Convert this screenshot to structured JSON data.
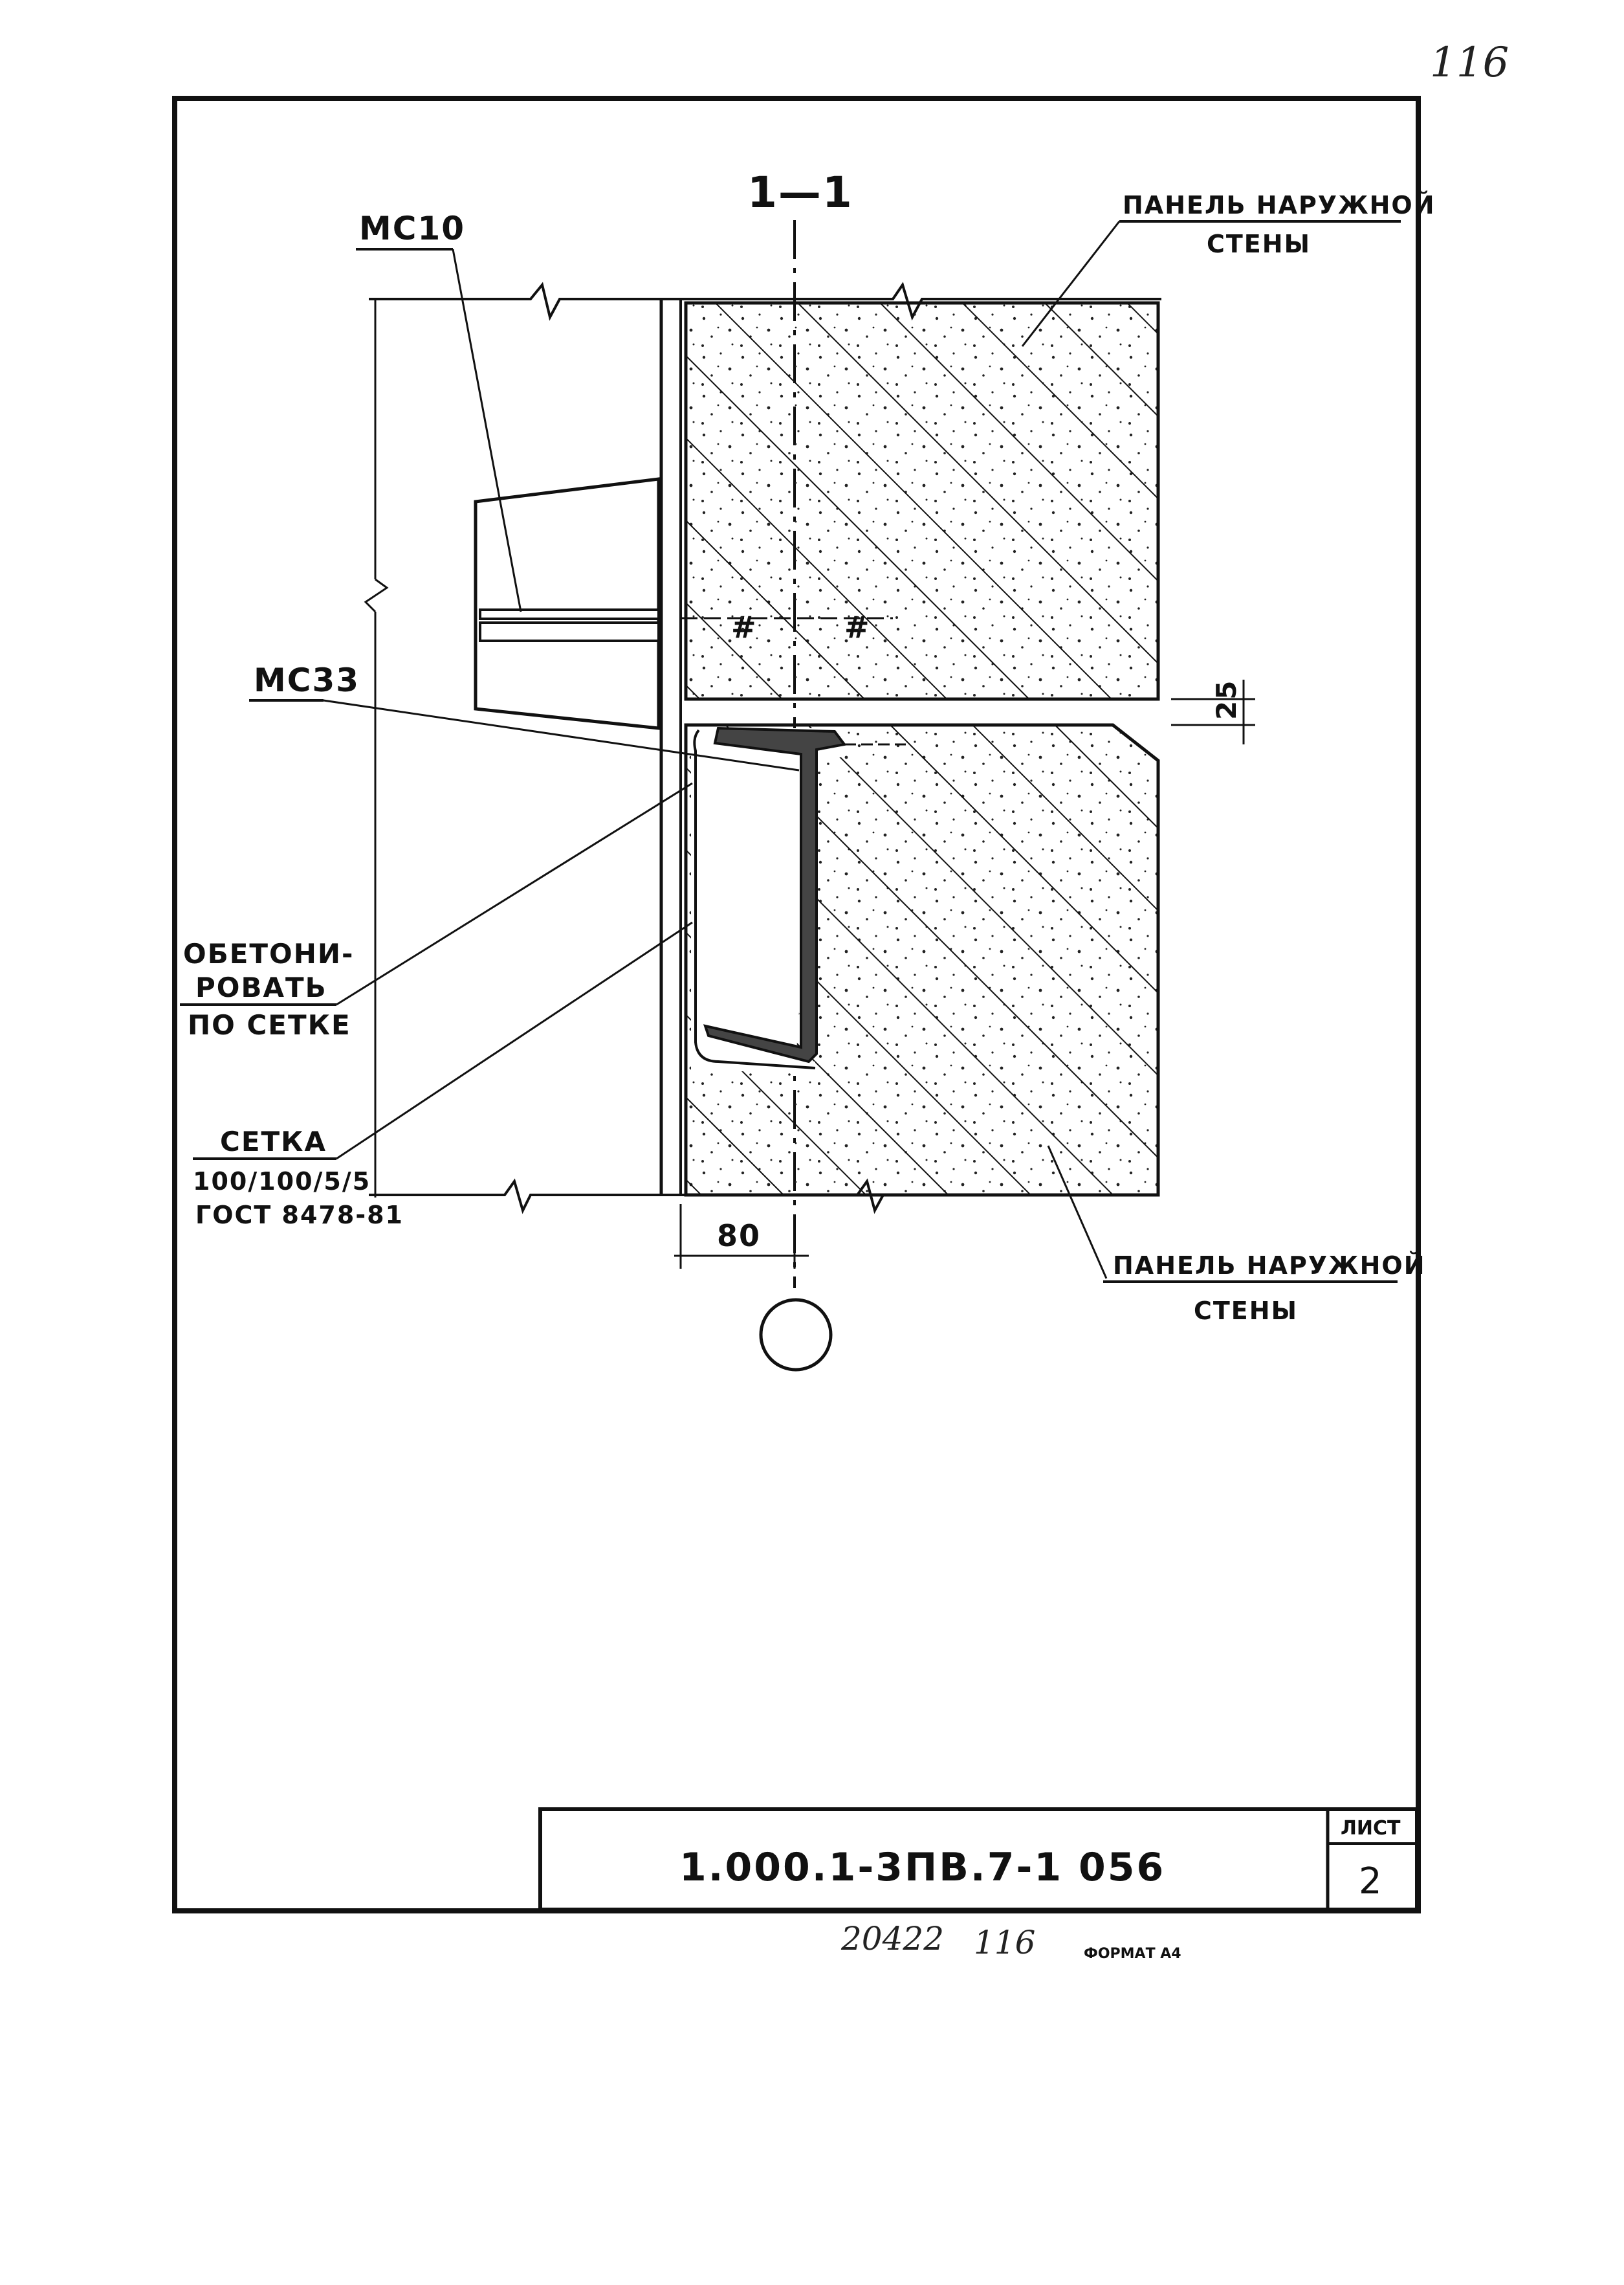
{
  "corner_note": "116",
  "section_mark": "1—1",
  "labels": {
    "mc10": "МС10",
    "mc33": "МС33",
    "panel_top_line1": "ПАНЕЛЬ НАРУЖНОЙ",
    "panel_top_line2": "СТЕНЫ",
    "panel_bottom_line1": "ПАНЕЛЬ НАРУЖНОЙ",
    "panel_bottom_line2": "СТЕНЫ",
    "concrete_line1": "ОБЕТОНИ-",
    "concrete_line2": "РОВАТЬ",
    "concrete_line3": "ПО СЕТКЕ",
    "mesh_line1": "СЕТКА",
    "mesh_line2": "100/100/5/5",
    "mesh_line3": "ГОСТ 8478-81"
  },
  "dimensions": {
    "gap": "25",
    "width": "80"
  },
  "title_block": {
    "document_code": "1.000.1-3ПВ.7-1  056",
    "sheet_label": "ЛИСТ",
    "sheet_number": "2"
  },
  "footer": {
    "inventory_number": "20422",
    "page_number": "116",
    "format_label": "ФОРМАТ А4"
  }
}
